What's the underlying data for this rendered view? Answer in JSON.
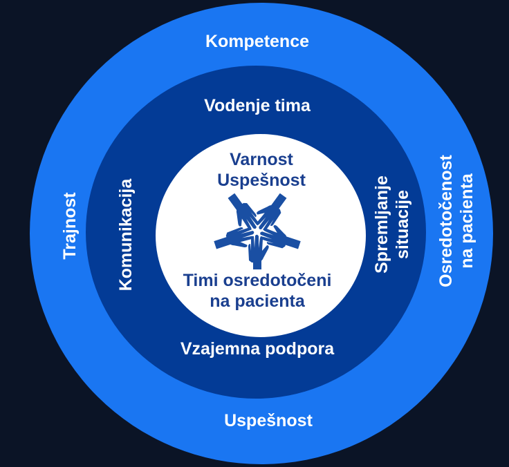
{
  "outer_ring": {
    "top": "Kompetence",
    "bottom": "Uspešnost",
    "left": "Trajnost",
    "right": [
      "Osredotočenost",
      "na pacienta"
    ]
  },
  "middle_ring": {
    "top": "Vodenje tima",
    "bottom": "Vzajemna podpora",
    "left": "Komunikacija",
    "right": [
      "Spremljanje",
      "situacije"
    ]
  },
  "center": {
    "top": [
      "Varnost",
      "Uspešnost"
    ],
    "bottom": [
      "Timi osredotočeni",
      "na pacienta"
    ],
    "icon": "hands-together-icon"
  },
  "colors": {
    "background": "#0b1426",
    "outer": "#1a76f2",
    "middle": "#033b96",
    "inner": "#ffffff",
    "center_text": "#1a3f8f"
  }
}
